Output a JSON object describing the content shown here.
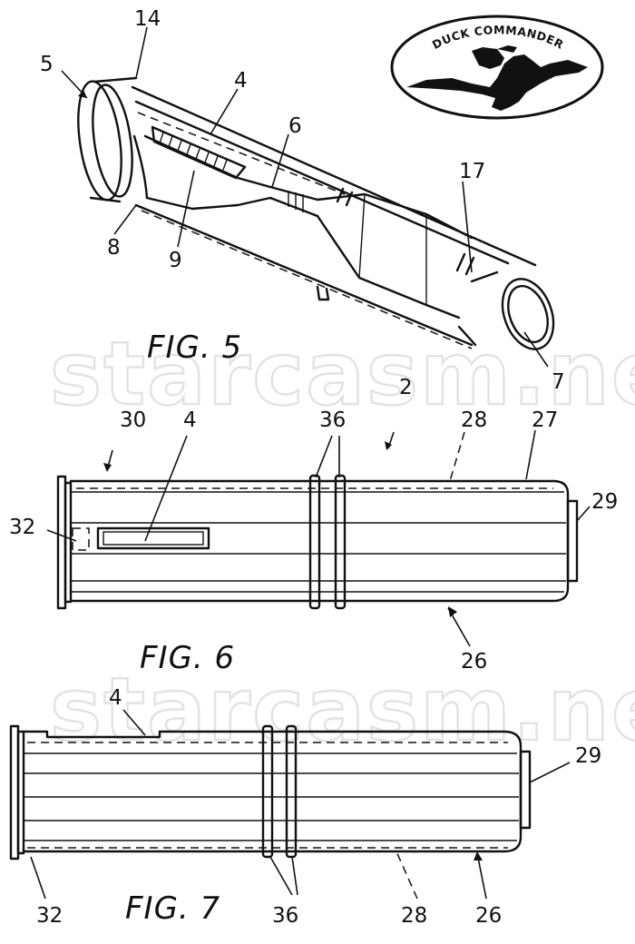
{
  "logo": {
    "text": "DUCK COMMANDER"
  },
  "watermark": {
    "text": "starcasm.net"
  },
  "fig5": {
    "caption": "FIG. 5",
    "labels": {
      "l5": "5",
      "l14": "14",
      "l4": "4",
      "l6": "6",
      "l17": "17",
      "l8": "8",
      "l9": "9",
      "l7": "7"
    }
  },
  "fig6": {
    "caption": "FIG. 6",
    "labels": {
      "l30": "30",
      "l4": "4",
      "l36": "36",
      "l2": "2",
      "l28": "28",
      "l27": "27",
      "l32": "32",
      "l29": "29",
      "l26": "26"
    }
  },
  "fig7": {
    "caption": "FIG. 7",
    "labels": {
      "l4": "4",
      "l29": "29",
      "l32": "32",
      "l36": "36",
      "l28": "28",
      "l26": "26"
    }
  }
}
